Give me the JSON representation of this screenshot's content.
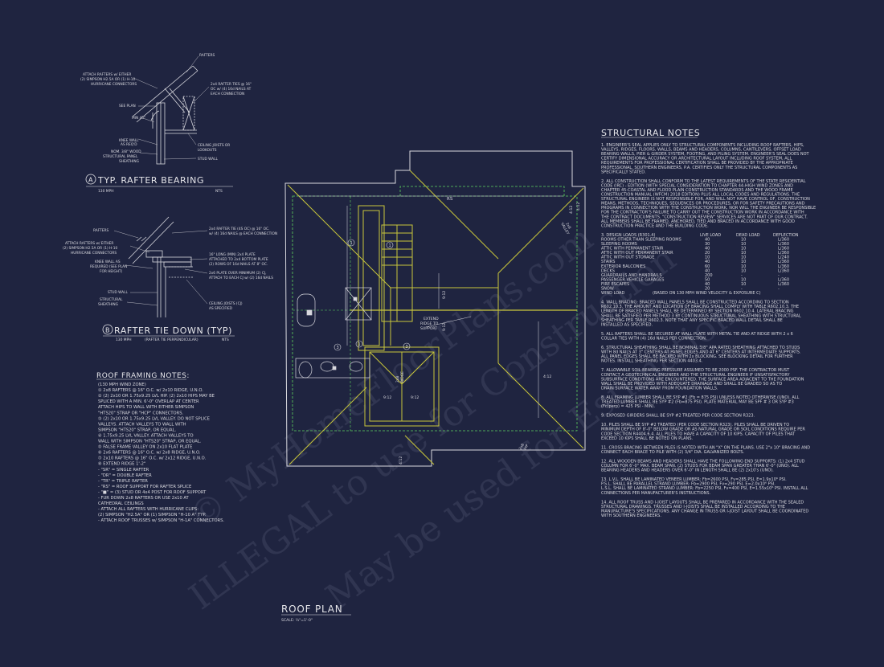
{
  "watermark": {
    "line1": "© MyHomeFloorPlans.com",
    "line2": "ILLEGAL to use for Construction",
    "line3": "May be used for Estimation"
  },
  "detail_a": {
    "marker": "A",
    "title": "TYP. RAFTER BEARING",
    "sub_left": "130 MPH",
    "sub_right": "NTS",
    "labels": [
      "ATTACH RAFTERS w/ EITHER",
      "(2) SIMPSON H2.5A OR (1) H-10",
      "HURRICANE CONNECTORS",
      "SEE PLAN",
      "MIN 45°",
      "KNEE WALL",
      "AS REQ'D",
      "NOM. 3/8\" WOOD",
      "STRUCTURAL PANEL",
      "SHEATHING",
      "RAFTERS",
      "2x4 RAFTER TIES @ 16\"",
      "OC w/ (4) 16d NAILS AT",
      "EACH CONNECTION",
      "CEILING JOISTS OR",
      "LOOKOUTS",
      "STUD WALL"
    ]
  },
  "detail_b": {
    "marker": "B",
    "title": "RAFTER TIE DOWN (TYP)",
    "sub_left": "130 MPH",
    "sub_mid": "(RAFTER TIE PERPENDICULAR)",
    "sub_right": "NTS",
    "labels": [
      "RAFTERS",
      "ATTACH RAFTERS w/ EITHER",
      "(2) SIMPSON H2.5A OR (1) H-10",
      "HURRICANE CONNECTORS",
      "KNEE WALL AS",
      "REQUIRED (SEE PLAN",
      "FOR HEIGHT)",
      "STUD WALL",
      "STRUCTURAL",
      "SHEATHING",
      "2x4 RAFTER TIE (4S OC) @ 16\" OC.",
      "w/ (4) 16d NAILS @ EACH CONNECTION",
      "16\" LONG (MIN) 2x4 PLATE",
      "ATTACHED TO 2x4 BOTTOM PLATE",
      "(2) ROWS OF 16d NAILS AT 8\" OC.",
      "2x6 PLATE OVER MINIMUM (2) CJ,",
      "ATTACH TO EACH CJ w/ (2) 16d NAILS",
      "CEILING JOISTS (CJ)",
      "AS SPECIFIED"
    ]
  },
  "roof_framing_notes": {
    "title": "ROOF FRAMING NOTES:",
    "lines": [
      "(130 MPH WIND ZONE)",
      "① 2x8 RAFTERS @ 16\" O.C. w/ 2x10 RIDGE, U.N.O.",
      "② (2) 2x10 OR 1.75x9.25 LVL HIP. (2) 2x10 HIPS MAY BE",
      "    SPLICED WITH A MIN. 6'-0\" OVERLAP AT CENTER",
      "    ATTACH HIPS TO WALL WITH EITHER SIMPSON",
      "    \"HTS20\" STRAP OR \"HCP\" CONNECTORS.",
      "③ (2) 2x10 OR 1.75x9.25 LVL VALLEY.  DO NOT SPLICE",
      "    VALLEYS.  ATTACH VALLEYS TO WALL WITH",
      "    SIMPSON \"HTS20\" STRAP, OR EQUAL.",
      "④ 1.75x9.25 LVL VALLEY.  ATTACH VALLEYS TO",
      "    WALL WITH SIMPSON \"HTS20\" STRAP, OR EQUAL.",
      "⑤ FALSE FRAME VALLEY ON 2x10 FLAT PLATE",
      "⑥ 2x6 RAFTERS @ 16\" O.C. w/ 2x8 RIDGE, U.N.O.",
      "⑦ 2x10 RAFTERS @ 16\" O.C. w/ 2x12 RIDGE, U.N.O.",
      "⑧ EXTEND RIDGE 1'-2\"",
      "- \"SR\" = SINGLE RAFTER",
      "- \"DR\" = DOUBLE RAFTER",
      "- \"TR\" = TRIPLE RAFTER",
      "- \"RS\" = ROOF SUPPORT FOR RAFTER SPLICE",
      "- \"■\" = (3) STUD OR 4x4 POST FOR ROOF SUPPORT",
      "- FUR DOWN 2x8 RAFTERS OR USE 2x10 AT",
      "  CATHEDRAL CEILINGS",
      "- ATTACH ALL RAFTERS WITH HURRICANE CLIPS:",
      "  (2) SIMPSON \"H2.5A\" OR (1) SIMPSON \"H-10 A\" TYP.",
      "- ATTACH ROOF TRUSSES w/ SIMPSON \"H-1A\" CONNECTORS."
    ]
  },
  "roof_plan": {
    "title": "ROOF PLAN",
    "scale": "SCALE: ¼\"=1'-0\"",
    "ridge_label": "RS",
    "callout": [
      "EXTEND",
      "RIDGE TO",
      "SUPPORT"
    ],
    "slopes": [
      "4:12",
      "9:12",
      "9:12",
      "9:12",
      "9:12",
      "4:12",
      "4:12",
      "4:12"
    ],
    "ridge_text": [
      "2x8",
      "RIDGE"
    ],
    "valley_text": [
      "2x8",
      "VALLEY"
    ],
    "hip_text": [
      "2x8",
      "HIP"
    ],
    "markers": [
      "1",
      "1",
      "3",
      "3",
      "1"
    ]
  },
  "structural_notes": {
    "title": "STRUCTURAL NOTES",
    "para1": [
      "1. ENGINEER'S SEAL APPLIES ONLY TO STRUCTURAL COMPONENTS INCLUDING ROOF RAFTERS, HIPS,",
      "VALLEYS, RIDGES, FLOORS, WALLS, BEAMS AND HEADERS, COLUMNS, CANTILEVERS, OFFSET LOAD",
      "BEARING WALLS, PIER & GIRDER SYSTEM, FOOTING, AND PILING SYSTEM.  ENGINEER'S SEAL DOES NOT",
      "CERTIFY DIMENSIONAL ACCURACY OR ARCHITECTURAL LAYOUT INCLUDING ROOF SYSTEM, ALL",
      "REQUIREMENTS FOR PROFESSIONAL CERTIFICATION SHALL BE PROVIDED BY THE APPROPRIATE",
      "PROFESSIONAL. SOUTHERN ENGINEERS, P.A. CERTIFIES ONLY THE STRUCTURAL COMPONENTS AS",
      "SPECIFICALLY STATED."
    ],
    "para2": [
      "2. ALL CONSTRUCTION SHALL CONFORM TO THE LATEST REQUIREMENTS OF THE STATE RESIDENTIAL",
      "CODE (IRC) - EDITION (WITH SPECIAL CONSIDERATION TO CHAPTER 44-HIGH WIND ZONES AND",
      "CHAPTER 45-COASTAL AND FLOOD PLAIN CONSTRUCTION STANDARDS AND THE WOOD FRAME",
      "CONSTRUCTION MANUAL (WFCM) 2018 EDITION) PLUS ALL LOCAL CODES AND REGULATIONS. THE",
      "STRUCTURAL ENGINEER IS NOT RESPONSIBLE FOR, AND WILL NOT HAVE CONTROL OF, CONSTRUCTION",
      "MEANS, METHODS, TECHNIQUES, SEQUENCES OR PROCEDURES, OR FOR SAFETY PRECAUTIONS AND",
      "PROGRAMS IN CONNECTION WITH THE CONSTRUCTION WORK, NOR WILL THE ENGINEER BE RESPONSIBLE",
      "FOR THE CONTRACTOR'S FAILURE TO CARRY OUT THE CONSTRUCTION WORK IN ACCORDANCE WITH",
      "THE CONTRACT DOCUMENTS. \"CONSTRUCTION REVIEW\" SERVICES ARE NOT PART OF OUR CONTRACT.",
      "ALL MEMBERS SHALL BE FRAMED, ANCHORED, TIED AND BRACED IN ACCORDANCE WITH GOOD",
      "CONSTRUCTION PRACTICE AND THE BUILDING CODE."
    ],
    "loads_header": [
      "3. DESIGN LOADS (R301.4)",
      "LIVE LOAD",
      "DEAD LOAD",
      "DEFLECTION"
    ],
    "loads": [
      [
        "ROOMS OTHER THAN SLEEPING ROOMS",
        "40",
        "10",
        "L/360"
      ],
      [
        "SLEEPING ROOMS",
        "30",
        "10",
        "L/360"
      ],
      [
        "ATTIC WITH PERMANENT STAIR",
        "40",
        "10",
        "L/360"
      ],
      [
        "ATTIC WITH OUT PERMANENT STAIR",
        "20",
        "10",
        "L/360"
      ],
      [
        "ATTIC WITH OUT STORAGE",
        "10",
        "10",
        "L/240"
      ],
      [
        "STAIRS",
        "40",
        "10",
        "L/360"
      ],
      [
        "EXTERIOR BALCONIES",
        "60",
        "10",
        "L/360"
      ],
      [
        "DECKS",
        "40",
        "10",
        "L/360"
      ],
      [
        "GUARDRAILS AND HANDRAILS",
        "200",
        "-",
        "-"
      ],
      [
        "PASSENGER VEHICLE GARAGES",
        "50",
        "10",
        "L/360"
      ],
      [
        "FIRE ESCAPES",
        "40",
        "10",
        "L/360"
      ],
      [
        "SNOW",
        "20",
        "-",
        "-"
      ]
    ],
    "wind_load": [
      "WIND LOAD",
      "(BASED ON 130 MPH WIND VELOCITY & EXPOSURE C)"
    ],
    "para4": [
      "4. WALL BRACING:  BRACED WALL PANELS SHALL BE CONSTRUCTED ACCORDING TO SECTION",
      "R602.10.3. THE AMOUNT AND LOCATION OF BRACING SHALL COMPLY WITH TABLE R602.10.3. THE",
      "LENGTH OF BRACED PANELS SHALL BE DETERMINED BY SECTION R602.10.4. LATERAL BRACING",
      "SHALL BE SATISFIED PER METHOD 3 BY CONTINUOUS STRUCTURAL SHEATHING WITH STRUCTURAL",
      "SHEATHING PER TABLE R602.3. NOTE THAT ANY SPECIFIC BRACED WALL DETAIL SHALL BE",
      "INSTALLED AS SPECIFIED."
    ],
    "para5": [
      "5. ALL RAFTERS SHALL BE SECURED AT WALL PLATE WITH METAL TIE AND AT RIDGE WITH 2 x 6",
      "COLLAR TIES WITH (4) 16d NAILS PER CONNECTION."
    ],
    "para6": [
      "6. STRUCTURAL SHEATHING SHALL BE NOMINAL 3/8\" APA RATED SHEATHING ATTACHED TO STUDS",
      "WITH 8d NAILS AT 3\" CENTERS AT PANEL EDGES AND AT 6\" CENTERS AT INTERMEDIATE SUPPORTS.",
      "ALL PANEL EDGES SHALL BE BACKED WITH 2x BLOCKING. SEE BLOCKING DETAIL FOR FURTHER",
      "NOTES. INSTALL SHEATHING PER SECTION 4403.4."
    ],
    "para7": [
      "7. ALLOWABLE SOIL BEARING PRESSURE ASSUMED TO BE 2000 PSF. THE CONTRACTOR MUST",
      "CONTACT A GEOTECHNICAL ENGINEER AND THE STRUCTURAL ENGINEER IF UNSATISFACTORY",
      "SUBSURFACE CONDITIONS ARE ENCOUNTERED. THE SURFACE AREA ADJACENT TO THE FOUNDATION",
      "WALL SHALL BE PROVIDED WITH ADEQUATE DRAINAGE AND SHALL BE GRADED SO AS TO",
      "DRAIN SURFACE WATER AWAY FROM FOUNDATION WALLS."
    ],
    "para8": [
      "8. ALL FRAMING LUMBER SHALL BE SYP #2 (Fb = 875 PSI) UNLESS NOTED OTHERWISE (UNO). ALL",
      "TREATED LUMBER SHALL BE SYP #2 (Fb=875 PSI). PLATE MATERIAL MAY BE SPF # 3 OR SYP #3",
      "(Fc(perp) = 425 PSI - MIN)."
    ],
    "para9": [
      "9. EXPOSED GIRDERS SHALL BE SYP #2 TREATED PER CODE SECTION R323."
    ],
    "para10": [
      "10. PILES SHALL BE SYP #2 TREATED (PER CODE SECTION R323). PILES SHALL BE DRIVEN TO",
      "MINIMUM DEPTH OF 8'-0\" BELOW GRADE OR AS NATURAL GRADE OR SOIL CONDITIONS REQUIRE PER",
      "CODE SECTION R4404.6.4. ALL PILES TO HAVE A CAPACITY OF 10 KIPS. CAPACITY OF PILES THAT",
      "EXCEED 10 KIPS SHALL BE NOTED ON PLANS."
    ],
    "para11": [
      "11. CROSS BRACING BETWEEN PILES IS NOTED WITH AN \"X\" ON THE PLANS. USE 2\"x 10\" BRACING AND",
      "CONNECT EACH BRACE TO PILE WITH (2) 3/4\" DIA. GALVANIZED BOLTS."
    ],
    "para12": [
      "12. ALL WOODEN BEAMS AND HEADERS SHALL HAVE THE FOLLOWING END SUPPORTS: (1) 2x4 STUD",
      "COLUMN FOR 6'-0\" MAX. BEAM SPAN. (2) STUDS FOR BEAM SPAN GREATER THAN 6'-0\" (UNO). ALL",
      "BEARING HEADERS AND HEADERS OVER 6'-0\" IN LENGTH SHALL BE (2) 2x10's (UNO)."
    ],
    "para13": [
      "13. L.V.L.  SHALL BE LAMINATED VENEER LUMBER: Fb=2600 PSI, Fv=285 PSI, E=1.9x10⁶ PSI.",
      "P.S.L.  SHALL BE PARALLEL STRAND LUMBER: Fb=2900 PSI, Fv=290 PSI, E=2.0x10⁶ PSI.",
      "L.S.L. SHALL BE LAMINATED STRAND LUMBER: Fb=2250 PSI, Fv=400 PSI, E=1.55x10⁶ PSI. INSTALL ALL",
      "CONNECTIONS PER MANUFACTURER'S INSTRUCTIONS."
    ],
    "para14": [
      "14. ALL ROOF TRUSS AND I-JOIST LAYOUTS SHALL BE PREPARED IN ACCORDANCE WITH THE SEALED",
      "STRUCTURAL DRAWINGS. TRUSSES AND I-JOISTS SHALL BE INSTALLED ACCORDING TO THE",
      "MANUFACTURE'S SPECIFICATIONS. ANY CHANGE IN TRUSS OR I-JOIST LAYOUT SHALL BE COORDINATED",
      "WITH SOUTHERN ENGINEERS."
    ]
  }
}
